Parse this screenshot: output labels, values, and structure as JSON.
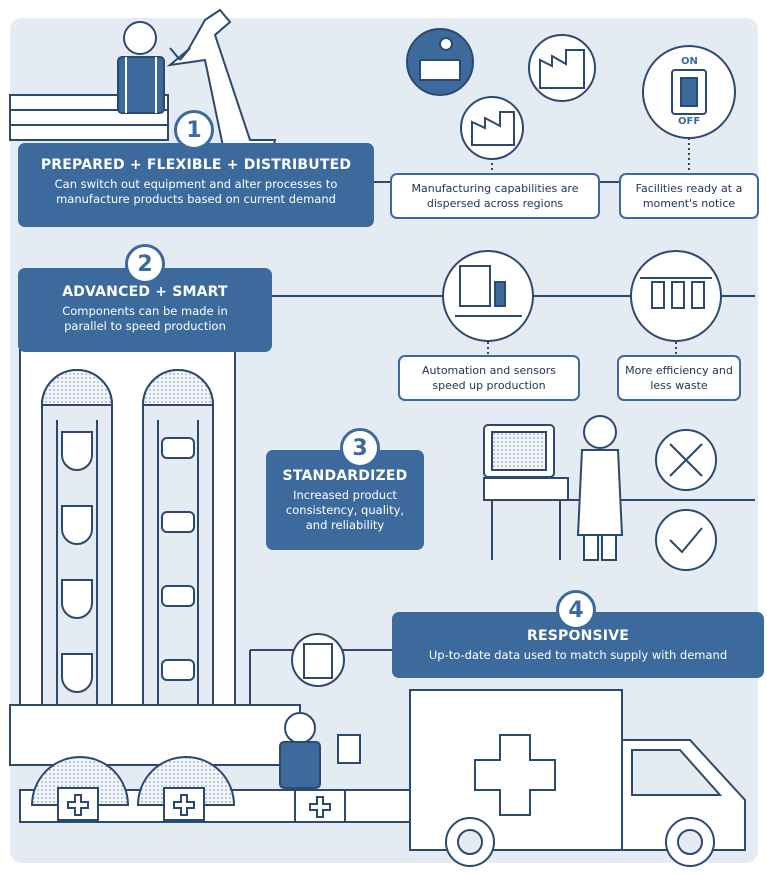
{
  "steps": [
    {
      "number": "1",
      "title": "PREPARED + FLEXIBLE + DISTRIBUTED",
      "description": "Can switch out equipment and alter processes to manufacture products based on current demand"
    },
    {
      "number": "2",
      "title": "ADVANCED + SMART",
      "description": "Components can be made in parallel to speed production"
    },
    {
      "number": "3",
      "title": "STANDARDIZED",
      "description": "Increased product consistency, quality, and reliability"
    },
    {
      "number": "4",
      "title": "RESPONSIVE",
      "description": "Up-to-date data used to match supply with demand"
    }
  ],
  "callouts": {
    "manufacturing": "Manufacturing capabilities are dispersed across regions",
    "facilities": "Facilities ready at a moment's notice",
    "automation": "Automation and sensors speed up production",
    "efficiency": "More efficiency and less waste"
  },
  "switch": {
    "on": "ON",
    "off": "OFF"
  },
  "colors": {
    "primary": "#3c6a9c",
    "background": "#e4ebf3",
    "line": "#2c4a6e"
  }
}
